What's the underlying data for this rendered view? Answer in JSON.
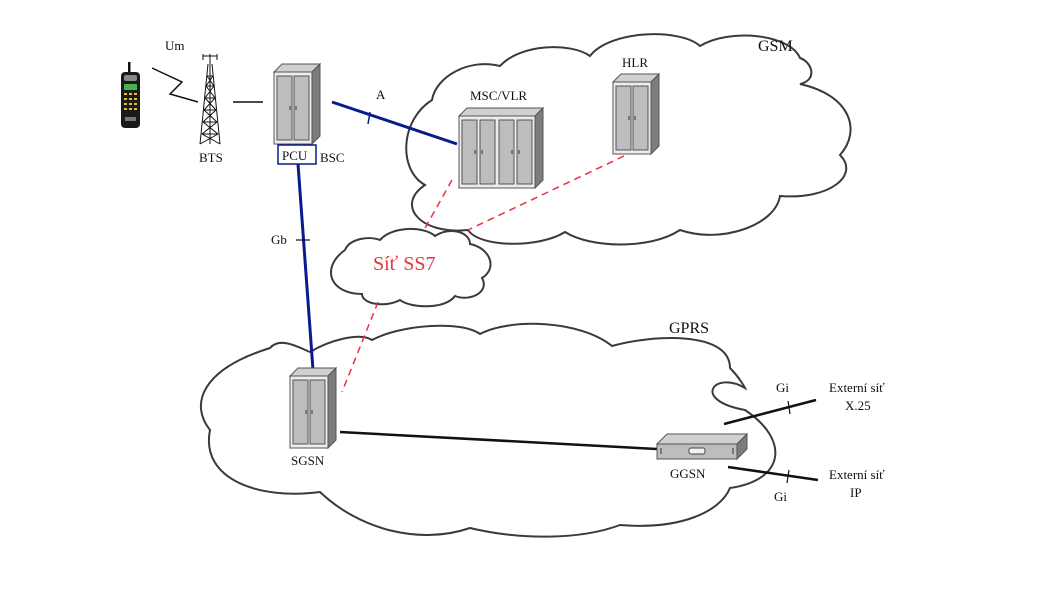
{
  "diagram": {
    "title": "GSM / GPRS network architecture",
    "networks": {
      "gsm": {
        "label": "GSM"
      },
      "gprs": {
        "label": "GPRS"
      },
      "ss7": {
        "label": "Síť SS7",
        "color": "#e8323c"
      }
    },
    "nodes": {
      "ms": {
        "label": "",
        "icon": "mobile-phone-icon"
      },
      "bts": {
        "label": "BTS",
        "icon": "antenna-tower-icon"
      },
      "bsc": {
        "label": "BSC",
        "icon": "server-cabinet-icon"
      },
      "pcu": {
        "label": "PCU"
      },
      "msc_vlr": {
        "label": "MSC/VLR",
        "icon": "server-cabinet-icon"
      },
      "hlr": {
        "label": "HLR",
        "icon": "server-cabinet-icon"
      },
      "sgsn": {
        "label": "SGSN",
        "icon": "server-cabinet-icon"
      },
      "ggsn": {
        "label": "GGSN",
        "icon": "router-box-icon"
      },
      "ext_x25": {
        "line1": "Externí síť",
        "line2": "X.25"
      },
      "ext_ip": {
        "line1": "Externí síť",
        "line2": "IP"
      }
    },
    "interfaces": {
      "um": "Um",
      "a": "A",
      "gb": "Gb",
      "gi_x25": "Gi",
      "gi_ip": "Gi"
    },
    "colors": {
      "gsm_link": "#0a1a8c",
      "signalling": "#e8323c",
      "data_link": "#111111",
      "cabinet_body": "#e6e6e6",
      "cabinet_door": "#b9b9b9"
    }
  }
}
